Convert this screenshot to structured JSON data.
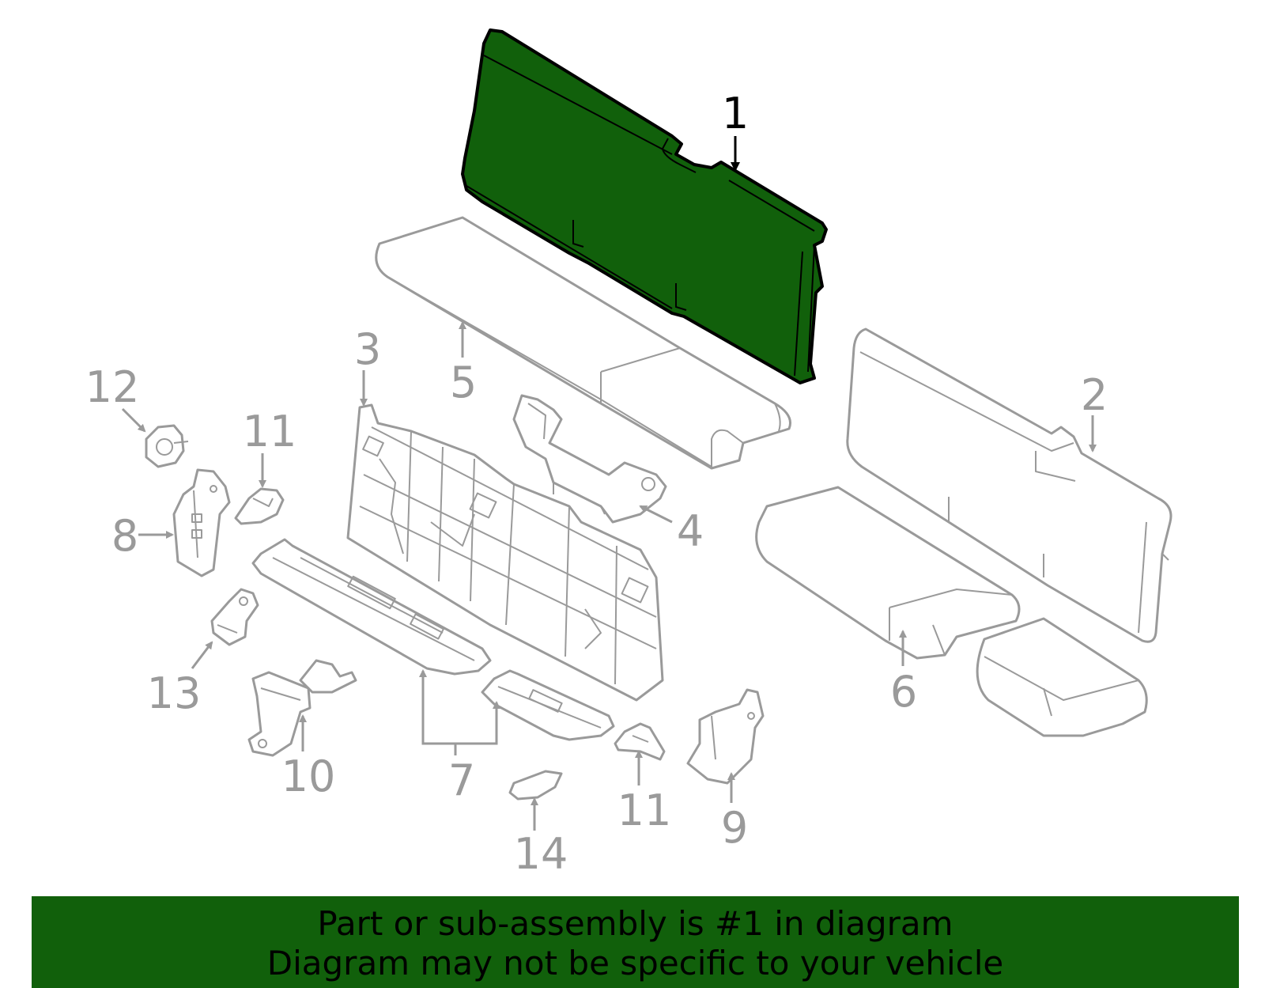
{
  "colors": {
    "highlight": "#11600b",
    "line": "#9a9a9a",
    "banner": "#11600b",
    "text": "#000000"
  },
  "diagram": {
    "callouts": {
      "c1": "1",
      "c2": "2",
      "c3": "3",
      "c4": "4",
      "c5": "5",
      "c6": "6",
      "c7": "7",
      "c8": "8",
      "c9": "9",
      "c10": "10",
      "c11a": "11",
      "c11b": "11",
      "c12": "12",
      "c13": "13",
      "c14": "14"
    },
    "highlighted_part": "1"
  },
  "banner": {
    "line1": "Part or sub-assembly is #1 in diagram",
    "line2": "Diagram may not be specific to your vehicle"
  }
}
